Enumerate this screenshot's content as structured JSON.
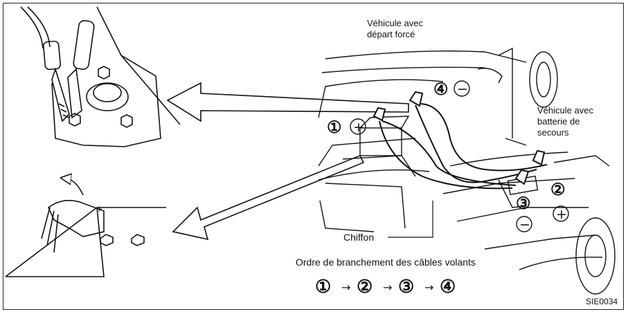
{
  "labels": {
    "vehicle_forced": [
      "Véhicule avec",
      "départ forcé"
    ],
    "vehicle_backup": [
      "Véhicule avec",
      "batterie de",
      "secours"
    ],
    "rag": "Chiffon",
    "order_title": "Ordre de branchement des câbles volants",
    "figure_code": "SIE0034"
  },
  "callouts": [
    {
      "num": "①",
      "sign": "+"
    },
    {
      "num": "②",
      "sign": "+"
    },
    {
      "num": "③",
      "sign": "−"
    },
    {
      "num": "④",
      "sign": "−"
    }
  ],
  "sequence": {
    "steps": [
      "①",
      "②",
      "③",
      "④"
    ],
    "arrow": "→"
  },
  "icons": [
    "clamp-closeup-icon",
    "battery-terminal-icon",
    "car-engine-bay-icon",
    "jumper-cable-icon",
    "pointer-arrow-icon"
  ]
}
